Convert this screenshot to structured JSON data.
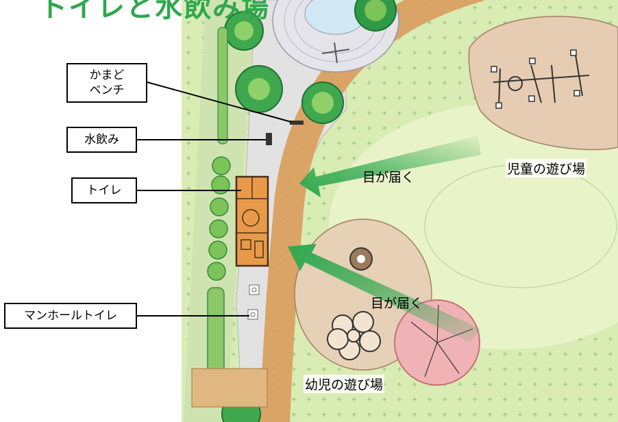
{
  "title": "トイレと水飲み場",
  "callouts": {
    "kamado_bench": "かまど\nベンチ",
    "drinking_fountain": "水飲み",
    "toilet": "トイレ",
    "manhole_toilet": "マンホールトイレ"
  },
  "areas": {
    "children_play": "児童の遊び場",
    "infant_play": "幼児の遊び場"
  },
  "arrows": {
    "upper": "目が届く",
    "lower": "目が届く"
  },
  "colors": {
    "title_green": "#2ea84d",
    "arrow_green": "#2fa84f",
    "path_tan": "#d9a466",
    "lawn_green": "#cfe6a8",
    "plaza_gray": "#dcdcdc",
    "toilet_orange": "#e89a4a",
    "playground_sand": "#e3cdb4"
  }
}
